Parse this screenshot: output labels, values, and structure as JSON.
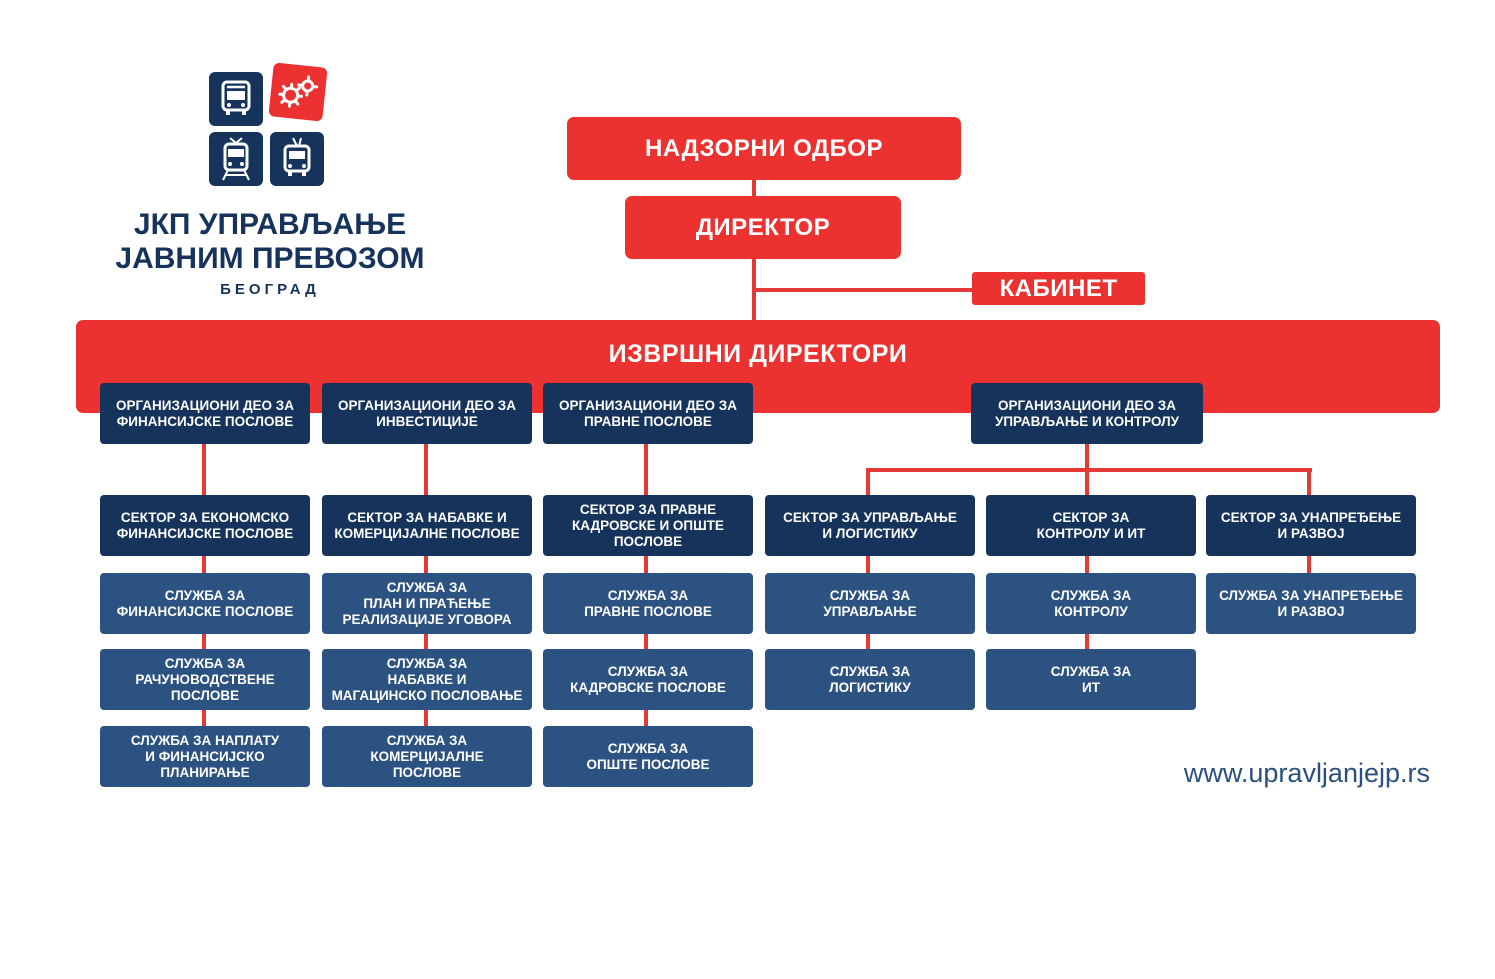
{
  "logo": {
    "line1": "ЈКП УПРАВЉАЊЕ",
    "line2": "ЈАВНИМ ПРЕВОЗОМ",
    "line3": "БЕОГРАД",
    "icons": [
      "bus-icon",
      "gears-icon",
      "tram-icon",
      "trolleybus-icon"
    ],
    "colors": {
      "navy": "#16335c",
      "red": "#ec3131"
    }
  },
  "top": {
    "supervisory_board": "НАДЗОРНИ  ОДБОР",
    "director": "ДИРЕКТОР",
    "cabinet": "КАБИНЕТ",
    "executive_directors": "ИЗВРШНИ  ДИРЕКТОРИ"
  },
  "divisions": [
    {
      "title": "ОРГАНИЗАЦИОНИ ДЕО ЗА\nФИНАНСИЈСКЕ ПОСЛОВЕ",
      "sectors": [
        {
          "title": "СЕКТОР ЗА ЕКОНОМСКО\nФИНАНСИЈСКЕ  ПОСЛОВЕ",
          "services": [
            "СЛУЖБА ЗА\nФИНАНСИЈСКЕ ПОСЛОВЕ",
            "СЛУЖБА ЗА\nРАЧУНОВОДСТВЕНЕ\nПОСЛОВЕ",
            "СЛУЖБА ЗА НАПЛАТУ\nИ ФИНАНСИЈСКО\nПЛАНИРАЊЕ"
          ]
        }
      ]
    },
    {
      "title": "ОРГАНИЗАЦИОНИ ДЕО ЗА\nИНВЕСТИЦИЈЕ",
      "sectors": [
        {
          "title": "СЕКТОР ЗА НАБАВКЕ И\nКОМЕРЦИЈАЛНЕ ПОСЛОВЕ",
          "services": [
            "СЛУЖБА ЗА\nПЛАН И ПРАЋЕЊЕ\nРЕАЛИЗАЦИЈЕ УГОВОРА",
            "СЛУЖБА ЗА\nНАБАВКЕ И\nМАГАЦИНСКО ПОСЛОВАЊЕ",
            "СЛУЖБА ЗА\nКОМЕРЦИЈАЛНЕ\nПОСЛОВЕ"
          ]
        }
      ]
    },
    {
      "title": "ОРГАНИЗАЦИОНИ ДЕО ЗА\nПРАВНЕ ПОСЛОВЕ",
      "sectors": [
        {
          "title": "СЕКТОР ЗА ПРАВНЕ\nКАДРОВСКЕ И ОПШТЕ\nПОСЛОВЕ",
          "services": [
            "СЛУЖБА ЗА\nПРАВНЕ ПОСЛОВЕ",
            "СЛУЖБА ЗА\nКАДРОВСКЕ ПОСЛОВЕ",
            "СЛУЖБА ЗА\nОПШТЕ ПОСЛОВЕ"
          ]
        }
      ]
    },
    {
      "title": "ОРГАНИЗАЦИОНИ ДЕО ЗА\nУПРАВЉАЊЕ И КОНТРОЛУ",
      "sectors": [
        {
          "title": "СЕКТОР ЗА УПРАВЉАЊЕ\nИ ЛОГИСТИКУ",
          "services": [
            "СЛУЖБА ЗА\nУПРАВЉАЊЕ",
            "СЛУЖБА ЗА\nЛОГИСТИКУ"
          ]
        },
        {
          "title": "СЕКТОР ЗА\nКОНТРОЛУ И ИТ",
          "services": [
            "СЛУЖБА ЗА\nКОНТРОЛУ",
            "СЛУЖБА ЗА\nИТ"
          ]
        },
        {
          "title": "СЕКТОР ЗА УНАПРЕЂЕЊЕ\nИ РАЗВОЈ",
          "services": [
            "СЛУЖБА ЗА УНАПРЕЂЕЊЕ\nИ РАЗВОЈ"
          ]
        }
      ]
    }
  ],
  "website": "www.upravljanjejp.rs"
}
